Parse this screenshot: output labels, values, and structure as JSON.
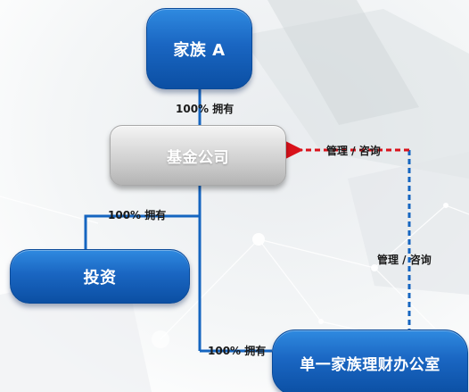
{
  "nodes": {
    "family": "家族 A",
    "fund": "基金公司",
    "invest": "投资",
    "office": "单一家族理财办公室"
  },
  "labels": {
    "own_top": "100% 拥有",
    "own_invest": "100% 拥有",
    "own_office": "100% 拥有",
    "mgmt_top": "管理 / 咨询",
    "mgmt_right": "管理 / 咨询"
  },
  "colors": {
    "node_blue": "#1a66c2",
    "node_grey": "#c8c8c8",
    "line_blue": "#1565c0",
    "arrow_red": "#d9121b"
  }
}
